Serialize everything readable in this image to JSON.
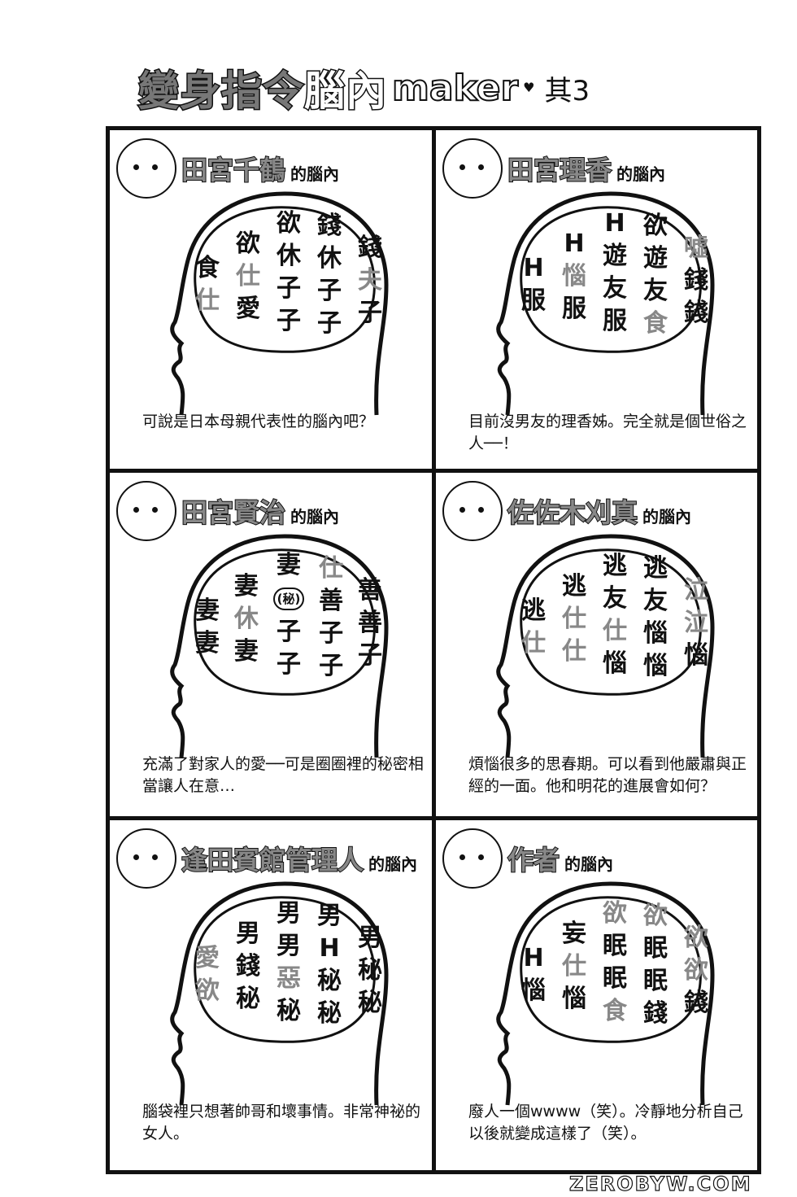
{
  "title": {
    "main": "變身指令",
    "brain": "腦內",
    "maker": "maker",
    "part": "其3",
    "hearts": "♥"
  },
  "suffix": "的腦內",
  "panels": [
    {
      "name": "田宮千鶴",
      "caption": "可說是日本母親代表性的腦內吧？",
      "brain": [
        [
          "食",
          "~仕"
        ],
        [
          "欲",
          "~仕",
          "愛"
        ],
        [
          "欲",
          "休",
          "子",
          "子"
        ],
        [
          "錢",
          "休",
          "子",
          "子"
        ],
        [
          "錢",
          "~夫",
          "子"
        ]
      ]
    },
    {
      "name": "田宮理香",
      "caption": "目前沒男友的理香姊。完全就是個世俗之人──！",
      "brain": [
        [
          "H",
          "服"
        ],
        [
          "H",
          "~惱",
          "服"
        ],
        [
          "H",
          "遊",
          "友",
          "服"
        ],
        [
          "欲",
          "遊",
          "友",
          "~食"
        ],
        [
          "~噓",
          "錢",
          "錢"
        ]
      ]
    },
    {
      "name": "田宮賢治",
      "caption": "充滿了對家人的愛──可是圈圈裡的秘密相當讓人在意…",
      "brain": [
        [
          "妻",
          "妻"
        ],
        [
          "妻",
          "~休",
          "妻"
        ],
        [
          "妻",
          "(秘)",
          "子",
          "子"
        ],
        [
          "~仕",
          "善",
          "子",
          "子"
        ],
        [
          "善",
          "善",
          "子"
        ]
      ]
    },
    {
      "name": "佐佐木刈真",
      "caption": "煩惱很多的思春期。可以看到他嚴肅與正經的一面。他和明花的進展會如何？",
      "brain": [
        [
          "逃",
          "~仕"
        ],
        [
          "逃",
          "~仕",
          "~仕"
        ],
        [
          "逃",
          "友",
          "~仕",
          "惱"
        ],
        [
          "逃",
          "友",
          "惱",
          "惱"
        ],
        [
          "~泣",
          "~泣",
          "惱"
        ]
      ]
    },
    {
      "name": "逢田賓館管理人",
      "caption": "腦袋裡只想著帥哥和壞事情。非常神祕的女人。",
      "brain": [
        [
          "~愛",
          "~欲"
        ],
        [
          "男",
          "錢",
          "秘"
        ],
        [
          "男",
          "男",
          "~惡",
          "秘"
        ],
        [
          "男",
          "H",
          "秘",
          "秘"
        ],
        [
          "男",
          "秘",
          "秘"
        ]
      ]
    },
    {
      "name": "作者",
      "caption": "廢人一個wwww（笑）。冷靜地分析自己以後就變成這樣了（笑）。",
      "brain": [
        [
          "H",
          "惱"
        ],
        [
          "妄",
          "~仕",
          "惱"
        ],
        [
          "~欲",
          "眠",
          "眠",
          "~食"
        ],
        [
          "~欲",
          "眠",
          "眠",
          "錢"
        ],
        [
          "~欲",
          "~欲",
          "錢"
        ]
      ]
    }
  ],
  "watermark": "ZEROBYW.COM"
}
